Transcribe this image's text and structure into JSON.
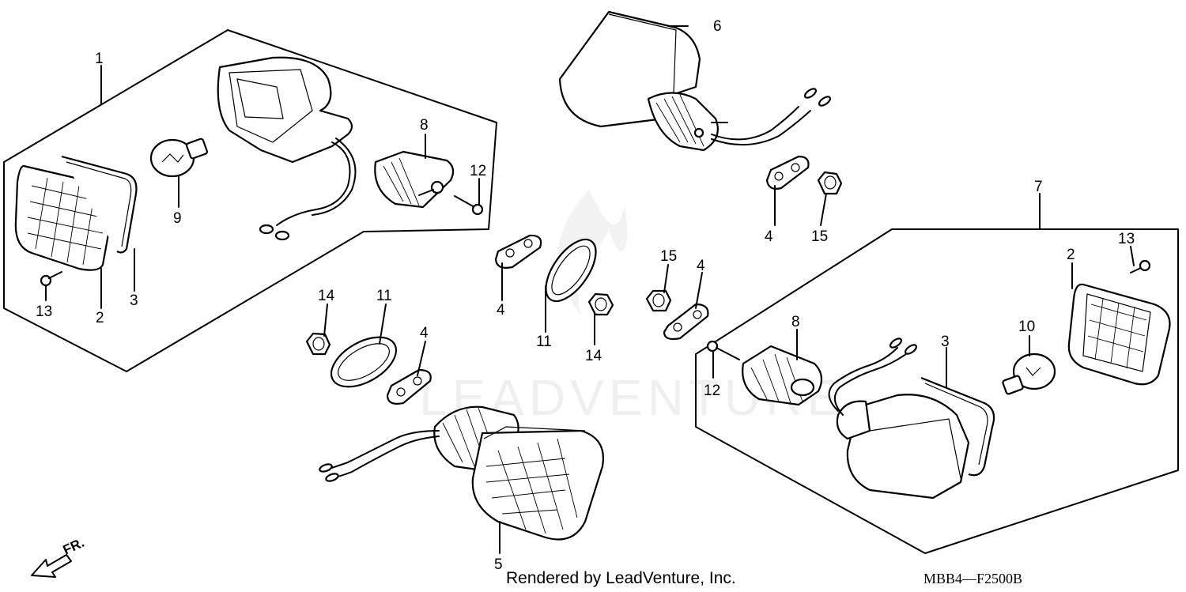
{
  "callouts": {
    "c1": "1",
    "c2a": "2",
    "c2b": "2",
    "c3a": "3",
    "c3b": "3",
    "c4a": "4",
    "c4b": "4",
    "c4c": "4",
    "c4d": "4",
    "c5": "5",
    "c6": "6",
    "c7": "7",
    "c8a": "8",
    "c8b": "8",
    "c9": "9",
    "c10": "10",
    "c11a": "11",
    "c11b": "11",
    "c12a": "12",
    "c12b": "12",
    "c13a": "13",
    "c13b": "13",
    "c14a": "14",
    "c14b": "14",
    "c15a": "15",
    "c15b": "15"
  },
  "direction_label": "FR.",
  "footer": {
    "credit": "Rendered by LeadVenture, Inc.",
    "diagram_code": "MBB4—F2500B"
  },
  "watermark": "LEADVENTURE",
  "icons": {
    "direction": "arrow-down-left-icon"
  }
}
